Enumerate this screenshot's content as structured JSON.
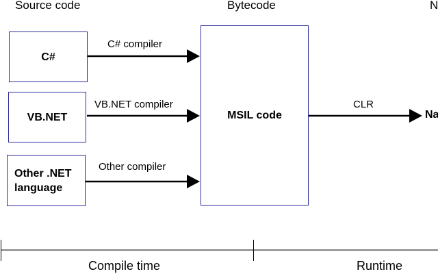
{
  "headers": {
    "source": "Source code",
    "bytecode": "Bytecode",
    "native_partial": "N"
  },
  "sources": [
    {
      "label": "C#",
      "compiler": "C# compiler"
    },
    {
      "label": "VB.NET",
      "compiler": "VB.NET compiler"
    },
    {
      "label": "Other .NET\nlanguage",
      "compiler": "Other compiler"
    }
  ],
  "msil_box": {
    "label": "MSIL code"
  },
  "runtime_arrow": {
    "label": "CLR"
  },
  "target_partial": "Na",
  "timeline": {
    "compile": "Compile time",
    "runtime": "Runtime"
  },
  "colors": {
    "box_border": "#2a2a9a",
    "line": "#000000"
  }
}
